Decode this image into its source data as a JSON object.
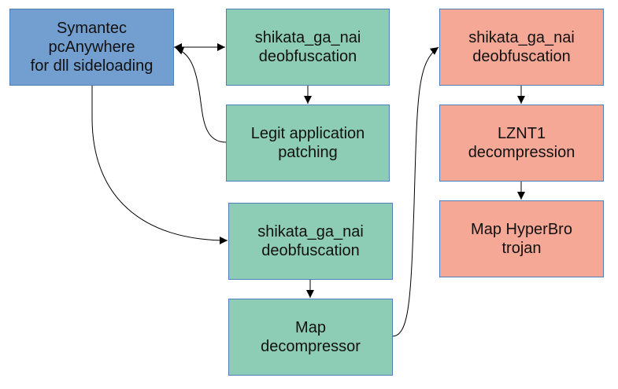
{
  "diagram": {
    "nodes": [
      {
        "id": "n1",
        "label": "Symantec\npcAnywhere\nfor dll sideloading",
        "color": "#729fcf"
      },
      {
        "id": "n2",
        "label": "shikata_ga_nai\ndeobfuscation",
        "color": "#8dcdb6"
      },
      {
        "id": "n3",
        "label": "Legit application\npatching",
        "color": "#8dcdb6"
      },
      {
        "id": "n4",
        "label": "shikata_ga_nai\ndeobfuscation",
        "color": "#8dcdb6"
      },
      {
        "id": "n5",
        "label": "Map\ndecompressor",
        "color": "#8dcdb6"
      },
      {
        "id": "n6",
        "label": "shikata_ga_nai\ndeobfuscation",
        "color": "#f6a897"
      },
      {
        "id": "n7",
        "label": "LZNT1\ndecompression",
        "color": "#f6a897"
      },
      {
        "id": "n8",
        "label": "Map HyperBro\ntrojan",
        "color": "#f6a897"
      }
    ],
    "edges": [
      {
        "from": "n1",
        "to": "n2",
        "bidirectional": true
      },
      {
        "from": "n2",
        "to": "n3"
      },
      {
        "from": "n3",
        "to": "n1"
      },
      {
        "from": "n1",
        "to": "n4"
      },
      {
        "from": "n4",
        "to": "n5"
      },
      {
        "from": "n5",
        "to": "n6"
      },
      {
        "from": "n6",
        "to": "n7"
      },
      {
        "from": "n7",
        "to": "n8"
      }
    ]
  }
}
